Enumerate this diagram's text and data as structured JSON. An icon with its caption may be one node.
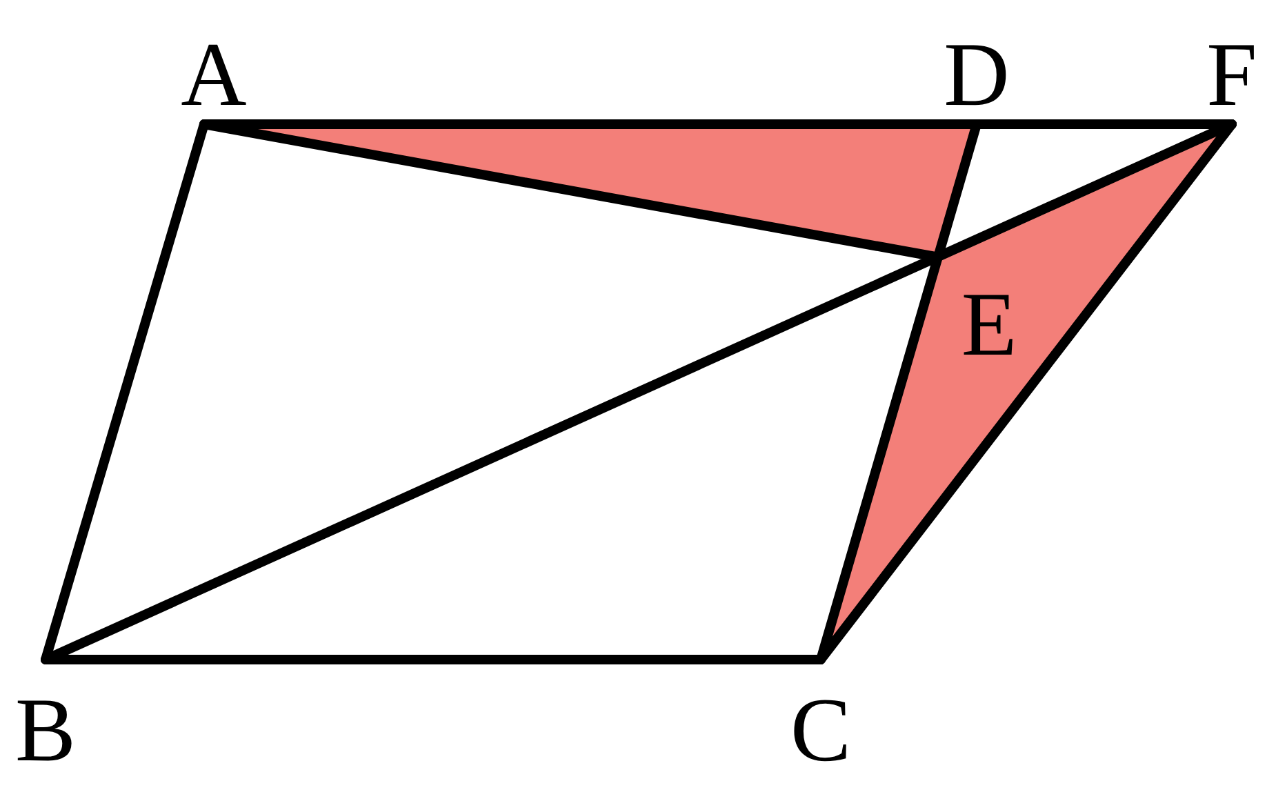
{
  "diagram": {
    "labels": [
      "A",
      "D",
      "F",
      "E",
      "B",
      "C"
    ]
  }
}
